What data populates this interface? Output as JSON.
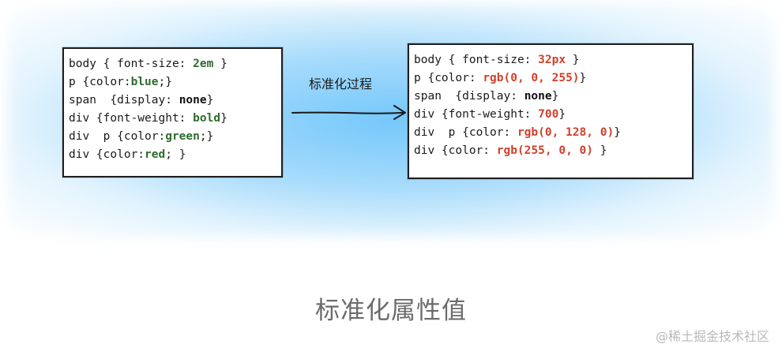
{
  "diagram": {
    "left_box": {
      "lines": [
        {
          "prefix": "body { font-size: ",
          "value": "2em",
          "suffix": " }",
          "value_style": "green"
        },
        {
          "prefix": "p {color:",
          "value": "blue",
          "suffix": ";}",
          "value_style": "green"
        },
        {
          "prefix": "span  {display: ",
          "value": "none",
          "suffix": "}",
          "value_style": "black"
        },
        {
          "prefix": "div {font-weight: ",
          "value": "bold",
          "suffix": "}",
          "value_style": "green"
        },
        {
          "prefix": "div  p {color:",
          "value": "green",
          "suffix": ";}",
          "value_style": "green"
        },
        {
          "prefix": "div {color:",
          "value": "red",
          "suffix": "; }",
          "value_style": "green"
        }
      ]
    },
    "arrow_label": "标准化过程",
    "right_box": {
      "lines": [
        {
          "prefix": "body { font-size: ",
          "value": "32px",
          "suffix": " }",
          "value_style": "red"
        },
        {
          "prefix": "p {color: ",
          "value": "rgb(0, 0, 255)",
          "suffix": "}",
          "value_style": "red"
        },
        {
          "prefix": "span  {display: ",
          "value": "none",
          "suffix": "}",
          "value_style": "black"
        },
        {
          "prefix": "div {font-weight: ",
          "value": "700",
          "suffix": "}",
          "value_style": "red"
        },
        {
          "prefix": "div  p {color: ",
          "value": "rgb(0, 128, 0)",
          "suffix": "}",
          "value_style": "red"
        },
        {
          "prefix": "div {color: ",
          "value": "rgb(255, 0, 0)",
          "suffix": " }",
          "value_style": "red"
        }
      ]
    },
    "caption": "标准化属性值",
    "watermark": "@稀土掘金技术社区",
    "colors": {
      "glow": "#5cbefa",
      "value_green": "#2e6b2e",
      "value_red": "#d0402a",
      "value_black": "#111111",
      "caption": "#6b6b6b",
      "watermark": "#b9b9b9"
    }
  }
}
